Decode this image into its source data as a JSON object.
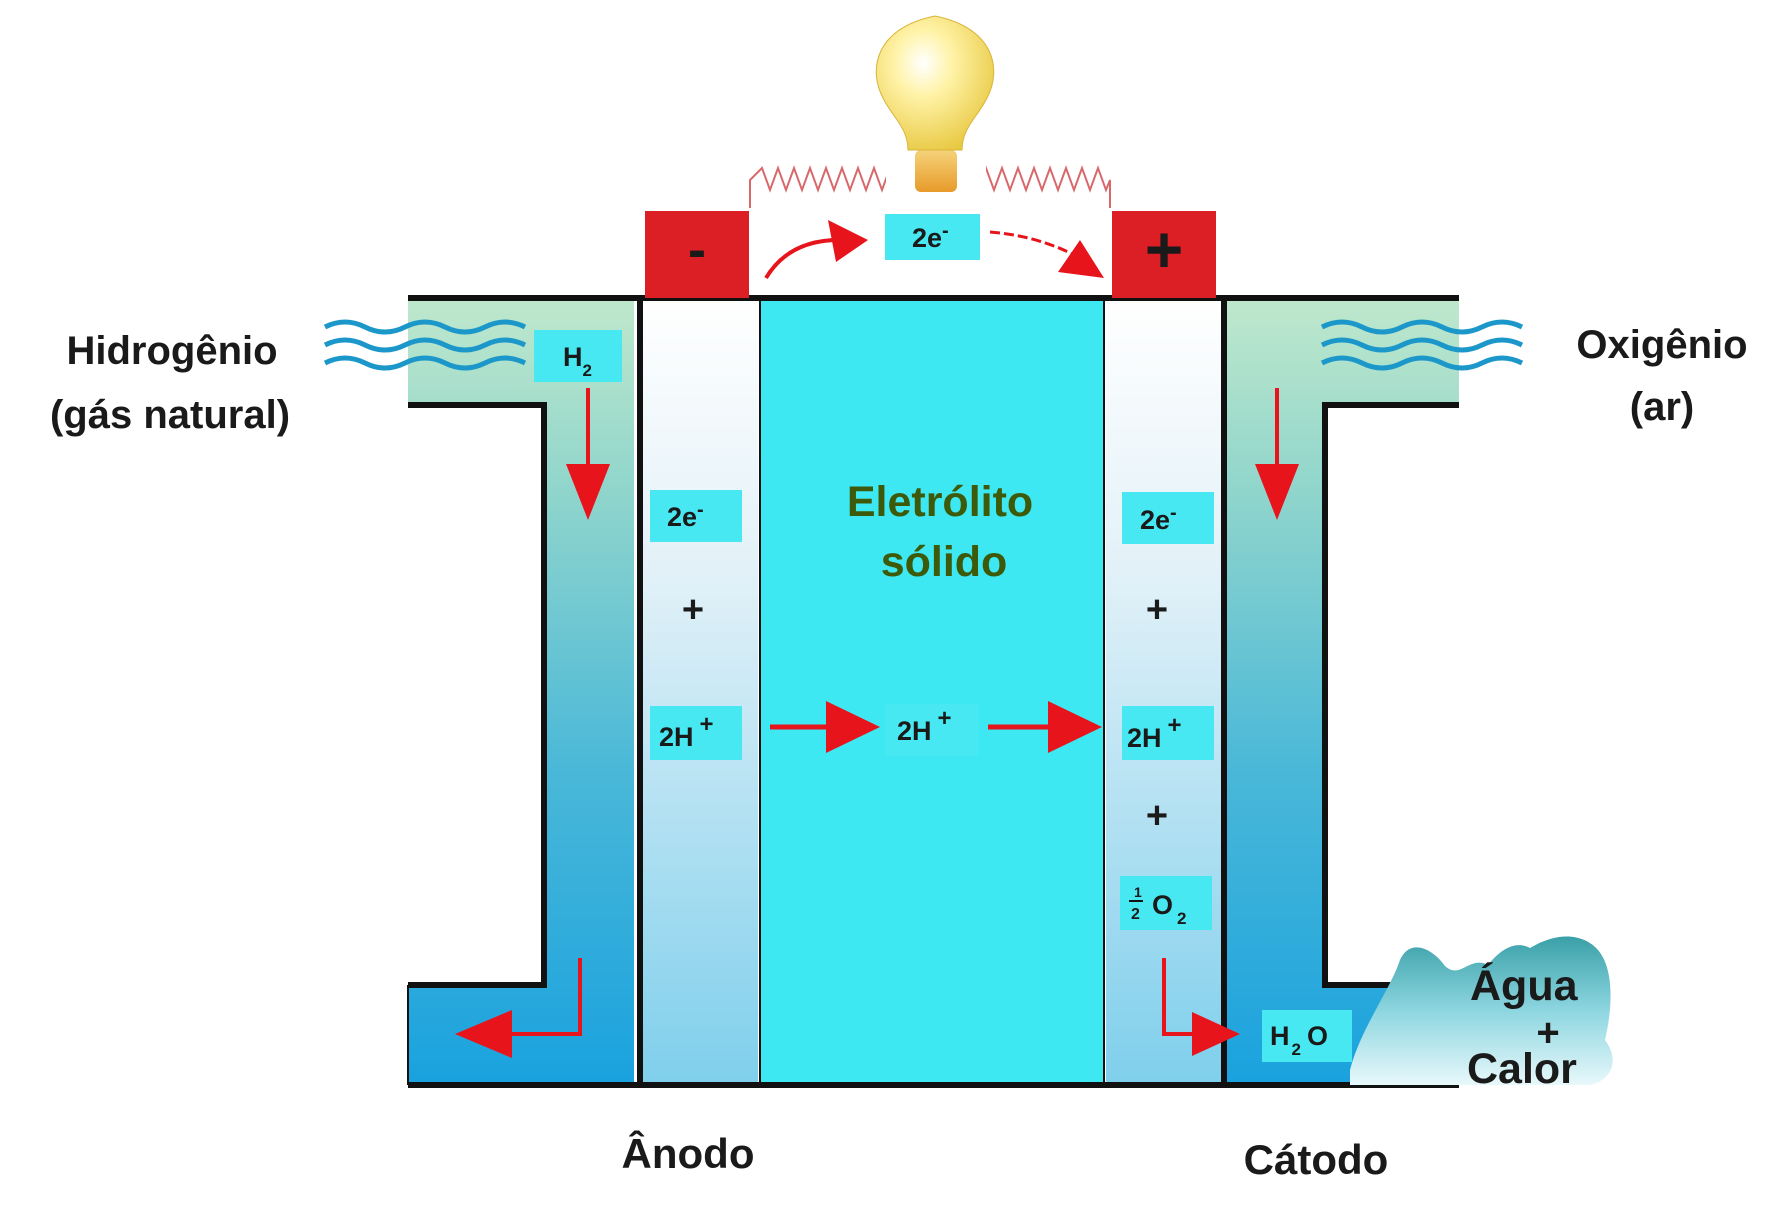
{
  "labels": {
    "hydrogen_line1": "Hidrogênio",
    "hydrogen_line2": "(gás natural)",
    "oxygen_line1": "Oxigênio",
    "oxygen_line2": "(ar)",
    "electrolyte_line1": "Eletrólito",
    "electrolyte_line2": "sólido",
    "anode": "Ânodo",
    "cathode": "Cátodo",
    "water": "Água",
    "heat": "Calor",
    "plus": "+"
  },
  "terminals": {
    "negative": "-",
    "positive": "+"
  },
  "chips": {
    "top_electrons": "2e",
    "electron_sup": "-",
    "anode_electrons": "2e",
    "cathode_electrons": "2e",
    "h2_base": "H",
    "h2_sub": "2",
    "protons_base": "2H",
    "proton_sup": "+",
    "half": "1",
    "half_den": "2",
    "o2_base": "O",
    "o2_sub": "2",
    "water_h": "H",
    "water_sub": "2",
    "water_o": "O"
  },
  "colors": {
    "terminal_red": "#dc1f25",
    "arrow_red": "#e8141b",
    "electrolyte": "#3ee6f0",
    "chip_bg": "#48e8f2",
    "channel_top": "#b8e6c6",
    "channel_bottom": "#1aa3dc"
  }
}
